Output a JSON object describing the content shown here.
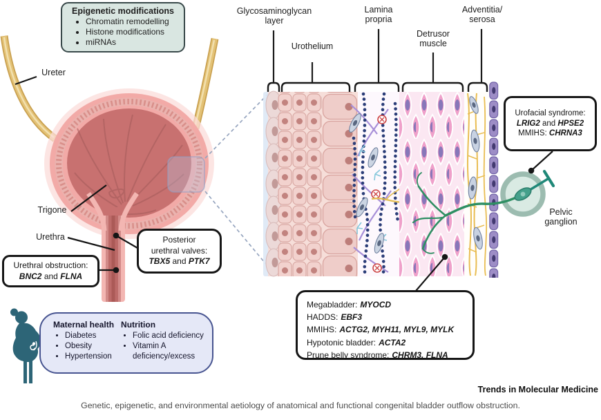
{
  "epigenetic_box": {
    "title": "Epigenetic modifications",
    "items": [
      "Chromatin remodelling",
      "Histone modifications",
      "miRNAs"
    ]
  },
  "anatomy_labels": {
    "ureter": "Ureter",
    "trigone": "Trigone",
    "urethra": "Urethra"
  },
  "urethral_obstruction_box": {
    "title": "Urethral obstruction:",
    "gene1": "BNC2",
    "conj": "and",
    "gene2": "FLNA"
  },
  "puv_box": {
    "line1": "Posterior",
    "line2": "urethral valves:",
    "gene1": "TBX5",
    "conj": "and",
    "gene2": "PTK7"
  },
  "maternal_box": {
    "health_title": "Maternal health",
    "health_items": [
      "Diabetes",
      "Obesity",
      "Hypertension"
    ],
    "nutrition_title": "Nutrition",
    "nutrition_items": [
      "Folic acid deficiency",
      "Vitamin A\ndeficiency/excess"
    ]
  },
  "tissue_labels": {
    "gag": "Glycosaminoglycan\nlayer",
    "urothelium": "Urothelium",
    "lamina": "Lamina\npropria",
    "detrusor": "Detrusor\nmuscle",
    "adventitia": "Adventitia/\nserosa"
  },
  "urofacial_box": {
    "line1": "Urofacial syndrome:",
    "gene1": "LRIG2",
    "conj": "and",
    "gene2": "HPSE2",
    "line3_prefix": "MMIHS:",
    "gene3": "CHRNA3"
  },
  "pelvic_ganglion_label": "Pelvic\nganglion",
  "gene_box": {
    "rows": [
      {
        "label": "Megabladder:",
        "genes": "MYOCD"
      },
      {
        "label": "HADDS:",
        "genes": "EBF3"
      },
      {
        "label": "MMIHS:",
        "genes": "ACTG2, MYH11, MYL9, MYLK"
      },
      {
        "label": "Hypotonic bladder:",
        "genes": "ACTA2"
      },
      {
        "label": "Prune belly syndrome:",
        "genes": "CHRM3, FLNA"
      }
    ]
  },
  "footer": {
    "journal": "Trends in Molecular Medicine",
    "caption": "Genetic, epigenetic, and environmental aetiology of anatomical and functional congenital bladder outflow obstruction."
  },
  "colors": {
    "epigenetic_box_bg": "#d9e6e1",
    "maternal_box_bg": "#e5e8f7",
    "maternal_box_border": "#475490",
    "callout_border": "#161616",
    "bladder_pink": "#f2aaa7",
    "bladder_lumen": "#c87170",
    "ureter_gold": "#dcb768",
    "urothelium_cell": "#f2d2ce",
    "detrusor_pink": "#efa0ca",
    "serosa_purple": "#9d8dc6",
    "nerve_green": "#2e8f63",
    "ganglion_teal": "#9cbcb0",
    "woman_teal": "#2d6577"
  }
}
